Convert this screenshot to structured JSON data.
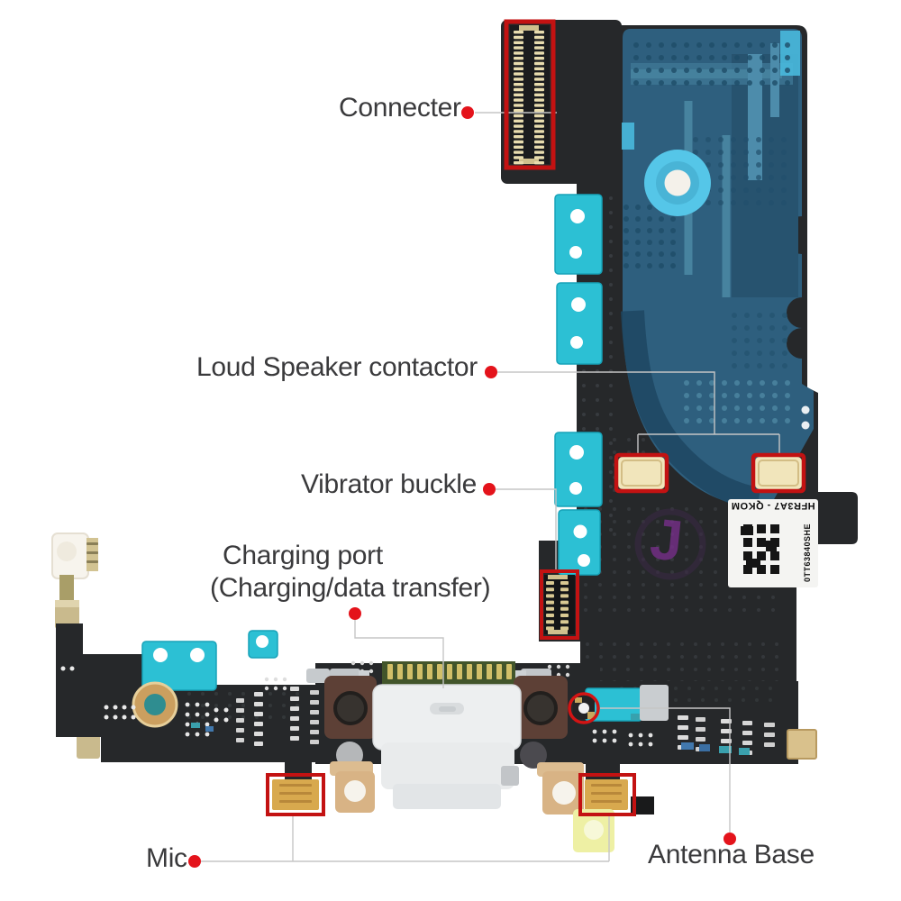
{
  "page": {
    "background": "#ffffff"
  },
  "callouts": {
    "line_color": "#c6c6c6",
    "dot_color": "#e4131b",
    "highlight_color": "#c31212",
    "text_color": "#3a3a3c",
    "items": [
      {
        "id": "connecter",
        "label": "Connecter"
      },
      {
        "id": "loud_speaker_contactor",
        "label": "Loud Speaker contactor"
      },
      {
        "id": "vibrator_buckle",
        "label": "Vibrator buckle"
      },
      {
        "id": "charging_port",
        "label": "Charging port",
        "label2": "(Charging/data transfer)"
      },
      {
        "id": "mic",
        "label": "Mic"
      },
      {
        "id": "antenna_base",
        "label": "Antenna Base"
      }
    ]
  },
  "flex_board": {
    "sticker": {
      "line1": "HFR3A7 - QKOM",
      "side_text": "0TT63840SHE"
    },
    "marking": "J",
    "colors": {
      "flex_black": "#26282a",
      "pcb_blue": "#2e5f7e",
      "tape_cyan": "#2cc0d4",
      "contact_gold": "#f1e5bb",
      "port_white": "#edeff0",
      "mic_gold": "#d8a94e"
    }
  }
}
